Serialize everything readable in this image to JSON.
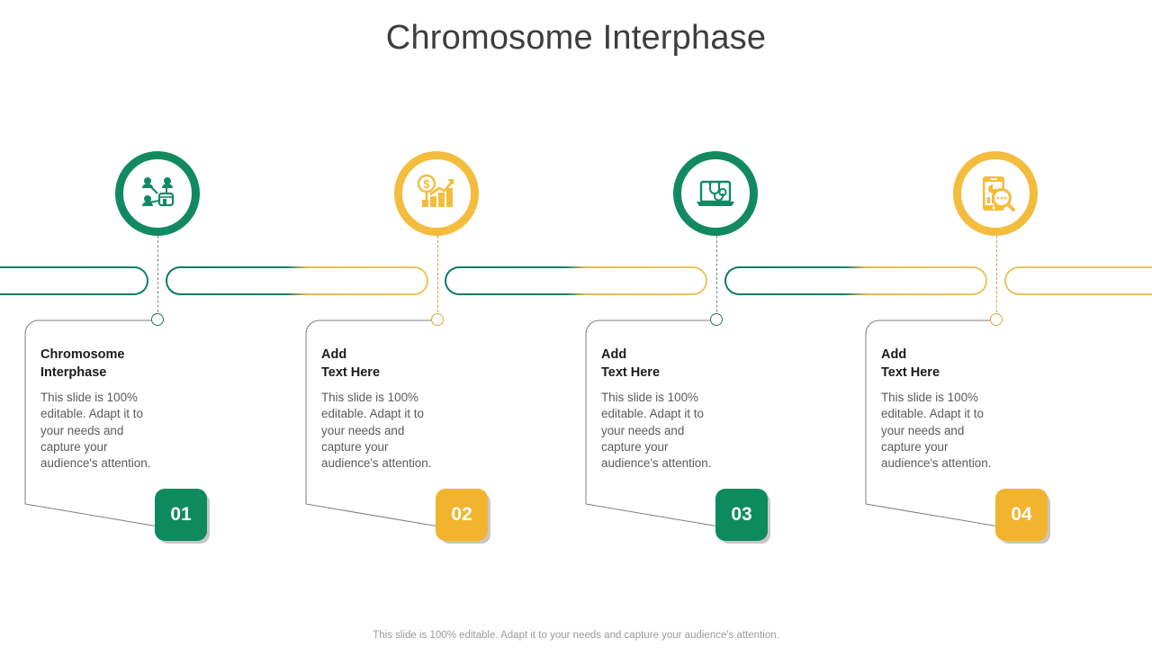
{
  "slide": {
    "title": "Chromosome Interphase",
    "footer": "This slide is 100% editable. Adapt it to your needs and capture your audience's attention.",
    "colors": {
      "green": "#0E8A5F",
      "green_ring": "#128A60",
      "amber": "#F2B42F",
      "amber_ring": "#F4BC3C",
      "title_text": "#3d3d3d",
      "body_text": "#5a5a5a",
      "heading_text": "#1b1b1b",
      "footer_text": "#9b9b9b",
      "background": "#ffffff"
    }
  },
  "items": [
    {
      "number": "01",
      "accent": "green",
      "icon": "people-network-icon",
      "heading": "Chromosome\nInterphase",
      "body": "This slide is 100% editable. Adapt  it to your needs and capture your audience's attention."
    },
    {
      "number": "02",
      "accent": "amber",
      "icon": "dollar-growth-chart-icon",
      "heading": "Add\nText Here",
      "body": "This slide is 100% editable. Adapt  it to your needs and capture your audience's attention."
    },
    {
      "number": "03",
      "accent": "green",
      "icon": "laptop-stethoscope-icon",
      "heading": "Add\nText Here",
      "body": "This slide is 100% editable. Adapt  it to your needs and capture your audience's attention."
    },
    {
      "number": "04",
      "accent": "amber",
      "icon": "mobile-analytics-search-icon",
      "heading": "Add\nText Here",
      "body": "This slide is 100% editable. Adapt  it to your needs and capture your audience's attention."
    }
  ]
}
